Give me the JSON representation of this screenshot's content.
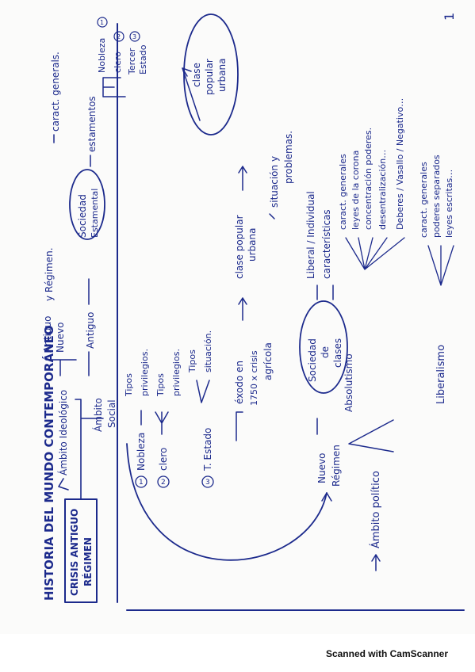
{
  "page_number": "1",
  "title": "HISTORIA DEL MUNDO CONTEMPORÁNEO",
  "boxed": {
    "line1": "CRISIS ANTIGUO",
    "line2": "RÉGIMEN"
  },
  "ideologico": {
    "label": "Ámbito Ideológico",
    "antiguo": "Antiguo",
    "nuevo": "Nuevo",
    "regimen": "y Régimen."
  },
  "social": {
    "label1": "Ámbito",
    "label2": "Social",
    "antiguo": "Antiguo",
    "sociedad1": "Sociedad",
    "sociedad2": "Estamental",
    "caract": "caract. generals.",
    "estamentos": "estamentos",
    "nobleza": "Nobleza",
    "clero": "clero",
    "tercer1": "Tercer",
    "tercer2": "Estado",
    "n1": "1",
    "n2": "2",
    "n3": "3",
    "clase1": "clase",
    "clase2": "popular",
    "clase3": "urbana"
  },
  "estamentos_list": [
    {
      "num": "1",
      "name": "Nobleza",
      "t1": "Tipos",
      "t2": "privilegios."
    },
    {
      "num": "2",
      "name": "clero",
      "t1": "Tipos",
      "t2": "privilegios."
    },
    {
      "num": "3",
      "name": "T. Estado",
      "t1": "Tipos",
      "t2": "situación."
    }
  ],
  "exodo": {
    "l1": "éxodo en",
    "l2": "1750 x crisis",
    "l3": "agrícola",
    "cp1": "clase popular",
    "cp2": "urbana",
    "sit1": "situación y",
    "sit2": "problemas."
  },
  "nuevo_regimen": {
    "l1": "Nuevo",
    "l2": "Régimen",
    "sc1": "Sociedad",
    "sc2": "de",
    "sc3": "clases",
    "liberal": "Liberal / Individual",
    "caract": "características"
  },
  "politico": {
    "label": "Ámbito político",
    "absolutismo": "Absolutismo",
    "abs_items": [
      "caract. generales",
      "leyes de la corona",
      "concentración poderes.",
      "desentralización…",
      "Deberes / Vasallo / Negativo…"
    ],
    "liberalismo": "Liberalismo",
    "lib_items": [
      "caract. generales",
      "poderes separados",
      "leyes escritas…"
    ]
  },
  "footer": "Scanned with CamScanner"
}
